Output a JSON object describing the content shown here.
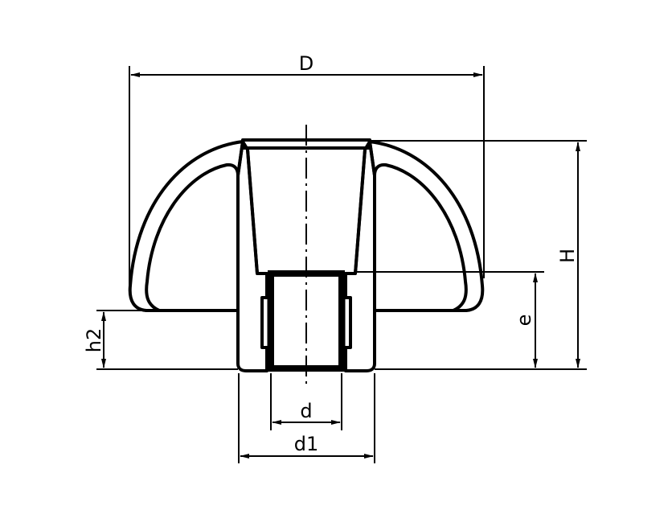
{
  "drawing": {
    "type": "technical cross-section drawing",
    "subject": "knob with threaded insert",
    "line_color": "#000000",
    "background": "#ffffff"
  },
  "dimensions": {
    "D": "D",
    "H": "H",
    "e": "e",
    "h2": "h2",
    "d": "d",
    "d1": "d1"
  }
}
